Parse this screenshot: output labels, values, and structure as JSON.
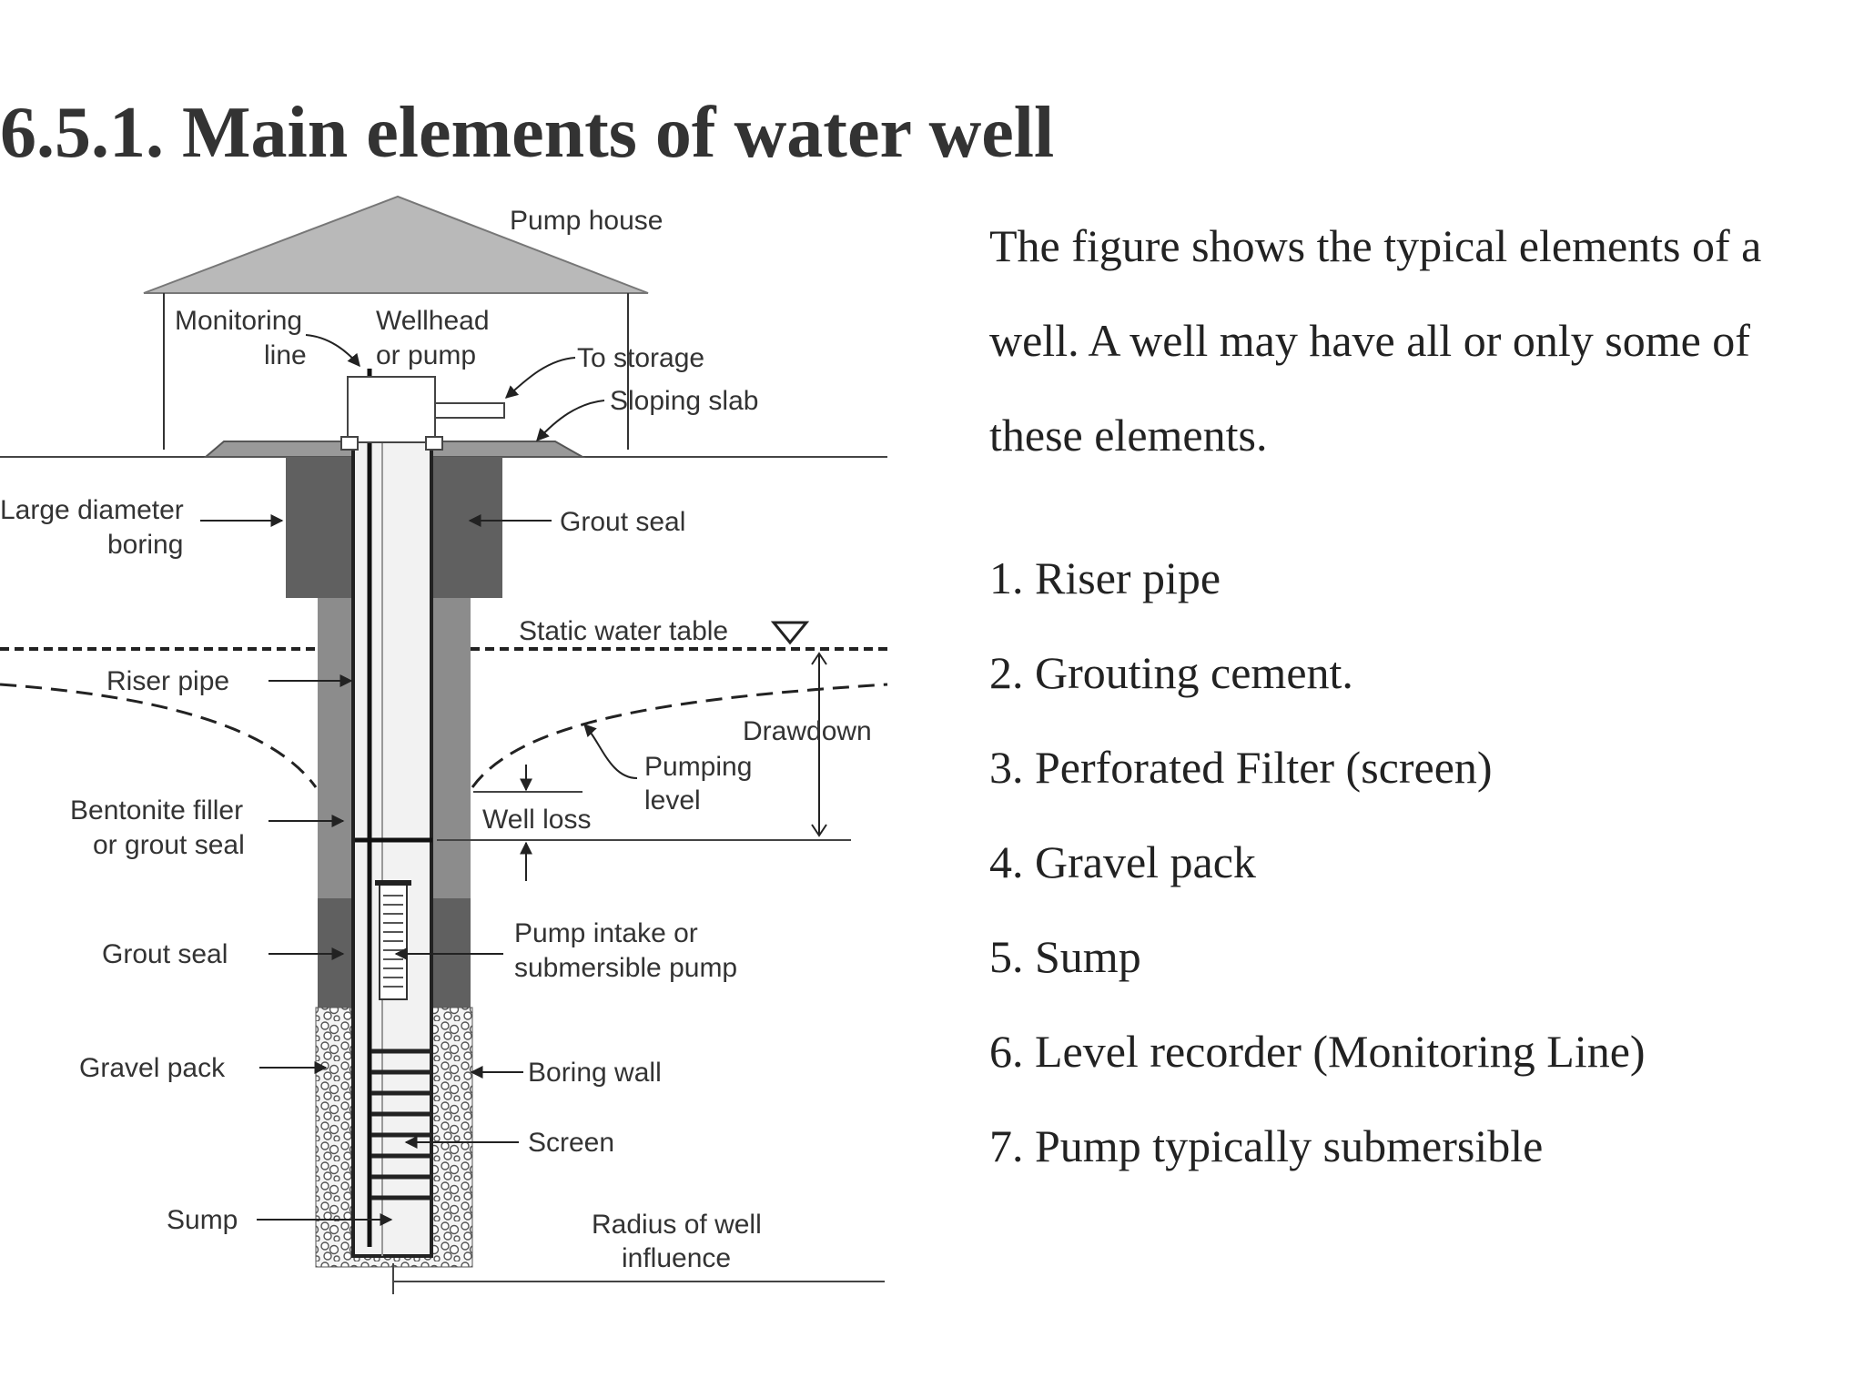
{
  "heading": "6.5.1. Main elements of water well",
  "diagram": {
    "labels": {
      "pump_house": "Pump house",
      "monitoring_line_1": "Monitoring",
      "monitoring_line_2": "line",
      "wellhead_1": "Wellhead",
      "wellhead_2": "or pump",
      "to_storage": "To storage",
      "sloping_slab": "Sloping slab",
      "large_diameter_1": "Large diameter",
      "large_diameter_2": "boring",
      "grout_seal_top": "Grout seal",
      "static_water_table": "Static water table",
      "riser_pipe": "Riser pipe",
      "drawdown": "Drawdown",
      "pumping_level_1": "Pumping",
      "pumping_level_2": "level",
      "bentonite_1": "Bentonite filler",
      "bentonite_2": "or grout seal",
      "well_loss": "Well loss",
      "grout_seal_bottom": "Grout seal",
      "pump_intake_1": "Pump intake or",
      "pump_intake_2": "submersible pump",
      "gravel_pack": "Gravel pack",
      "boring_wall": "Boring wall",
      "screen": "Screen",
      "sump": "Sump",
      "radius_1": "Radius of well",
      "radius_2": "influence"
    }
  },
  "description": "The figure shows the typical elements of a well. A well may have all or only some of these elements.",
  "elements_list": [
    "1. Riser pipe",
    "2. Grouting cement.",
    "3. Perforated Filter (screen)",
    "4. Gravel pack",
    "5. Sump",
    "6. Level recorder (Monitoring Line)",
    "7. Pump typically submersible"
  ]
}
